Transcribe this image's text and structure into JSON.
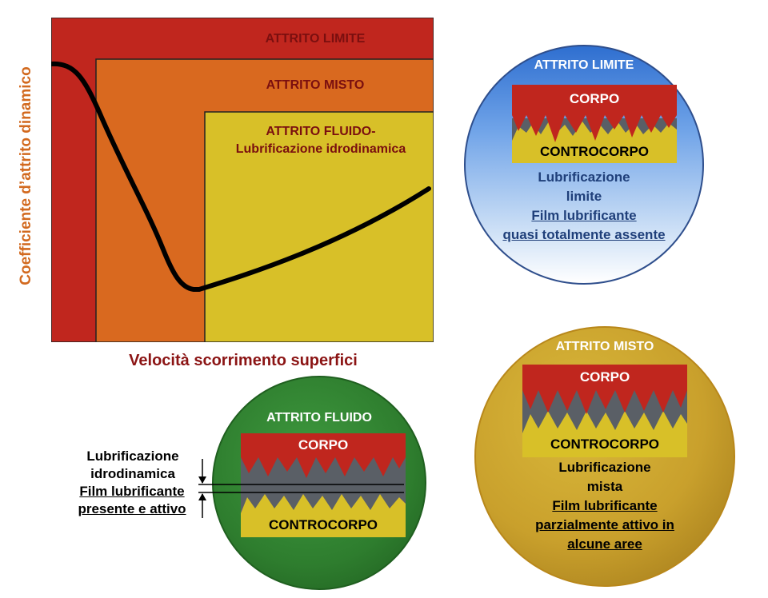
{
  "chart": {
    "zones": {
      "limite": "ATTRITO LIMITE",
      "misto": "ATTRITO MISTO",
      "fluido_line1": "ATTRITO FLUIDO-",
      "fluido_line2": "Lubrificazione idrodinamica"
    },
    "y_label": "Coefficiente d’attrito dinamico",
    "x_label": "Velocità scorrimento superfici"
  },
  "limite_circle": {
    "title": "ATTRITO LIMITE",
    "corpo": "CORPO",
    "controcorpo": "CONTROCORPO",
    "line1": "Lubrificazione",
    "line2": "limite",
    "line3": "Film lubrificante",
    "line4": "quasi totalmente assente"
  },
  "misto_circle": {
    "title": "ATTRITO MISTO",
    "corpo": "CORPO",
    "controcorpo": "CONTROCORPO",
    "line1": "Lubrificazione",
    "line2": "mista",
    "line3": "Film lubrificante",
    "line4": "parzialmente attivo in",
    "line5": "alcune aree"
  },
  "fluido_circle": {
    "title": "ATTRITO FLUIDO",
    "corpo": "CORPO",
    "controcorpo": "CONTROCORPO"
  },
  "fluido_side": {
    "line1": "Lubrificazione",
    "line2": "idrodinamica",
    "line3": "Film lubrificante",
    "line4": "presente e attivo"
  },
  "colors": {
    "limite_zone": "#c0261e",
    "misto_zone": "#d9691f",
    "fluido_zone": "#d8c028",
    "corpo": "#c0261e",
    "teeth_bg": "#5a5f66",
    "controcorpo": "#d8c028"
  }
}
